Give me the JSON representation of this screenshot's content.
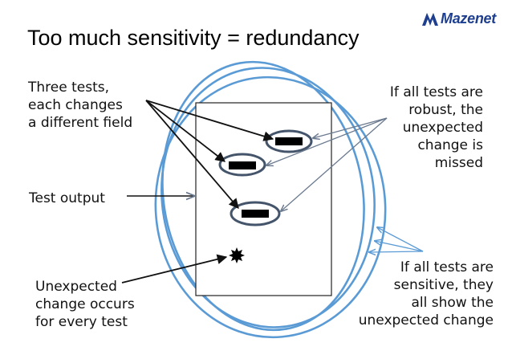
{
  "slide": {
    "title": "Too much sensitivity = redundancy",
    "logo": {
      "icon": "mazenet-logo-icon",
      "text": "Mazenet",
      "color": "#1e3f8f"
    },
    "labels": {
      "three_tests": [
        "Three tests,",
        "each changes",
        "a different field"
      ],
      "test_output": "Test output",
      "unexpected": [
        "Unexpected",
        "change occurs",
        "for every test"
      ],
      "robust": [
        "If all tests are",
        "robust, the",
        "unexpected",
        "change is",
        "missed"
      ],
      "sensitive": [
        "If all tests are",
        "sensitive, they",
        "all show the",
        "unexpected change"
      ]
    },
    "colors": {
      "ellipse_blue": "#5b9bd5",
      "oval_gray": "#44546a",
      "arrow_gray": "#6b7a8f",
      "field_fill": "#000000"
    }
  }
}
